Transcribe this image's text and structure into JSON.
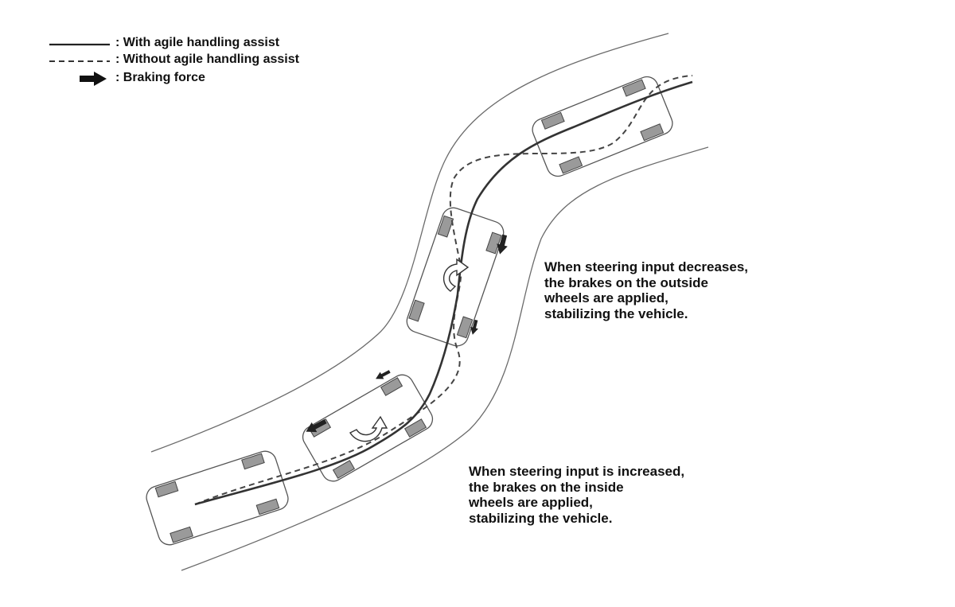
{
  "legend": {
    "with_assist": ": With agile handling assist",
    "without_assist": ": Without agile handling assist",
    "braking_force": ": Braking force"
  },
  "notes": {
    "decrease": [
      "When steering input decreases,",
      "the brakes on the outside",
      "wheels are applied,",
      "stabilizing the vehicle."
    ],
    "increase": [
      "When steering input is increased,",
      "the brakes on the inside",
      "wheels are applied,",
      "stabilizing the vehicle."
    ]
  },
  "colors": {
    "road_edge": "#6b6b6b",
    "path": "#333333",
    "car_outline": "#555555",
    "wheel": "#9a9a9a",
    "arrow": "#222222"
  },
  "icons": {
    "braking_force": "arrow-right-icon",
    "yaw_moment": "curved-arrow-icon"
  }
}
